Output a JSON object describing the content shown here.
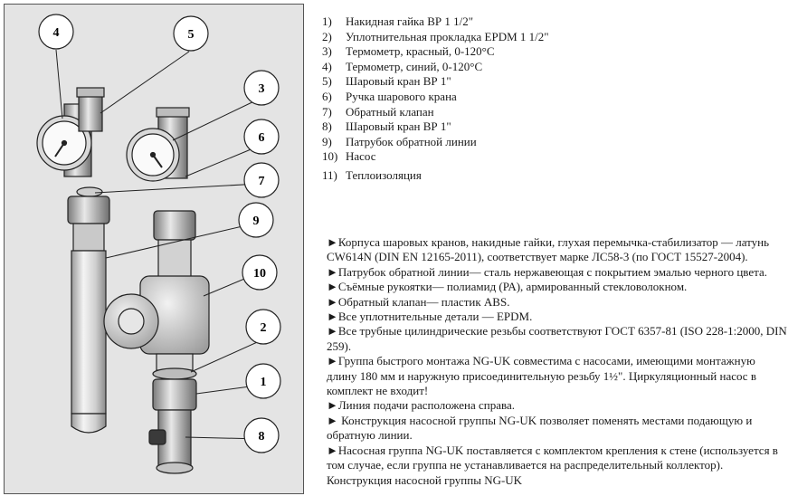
{
  "callouts": [
    {
      "label": "4"
    },
    {
      "label": "5"
    },
    {
      "label": "3"
    },
    {
      "label": "6"
    },
    {
      "label": "7"
    },
    {
      "label": "9"
    },
    {
      "label": "10"
    },
    {
      "label": "2"
    },
    {
      "label": "1"
    },
    {
      "label": "8"
    }
  ],
  "parts": [
    {
      "num": "1)",
      "text": "Накидная гайка ВР 1 1/2\""
    },
    {
      "num": "2)",
      "text": "Уплотнительная прокладка EPDM 1 1/2\""
    },
    {
      "num": "3)",
      "text": "Термометр, красный, 0-120°С"
    },
    {
      "num": "4)",
      "text": "Термометр, синий, 0-120°С"
    },
    {
      "num": "5)",
      "text": "Шаровый кран  ВР 1\""
    },
    {
      "num": "6)",
      "text": "Ручка шарового крана"
    },
    {
      "num": "7)",
      "text": "Обратный клапан"
    },
    {
      "num": "8)",
      "text": "Шаровый кран ВР 1\""
    },
    {
      "num": "9)",
      "text": "Патрубок обратной линии"
    },
    {
      "num": "10)",
      "text": "Насос"
    },
    {
      "num": "11)",
      "text": "Теплоизоляция"
    }
  ],
  "notes": [
    "►Корпуса шаровых кранов, накидные гайки, глухая перемычка-стабилизатор — латунь CW614N (DIN EN 12165-2011), соответствует марке ЛС58-3 (по ГОСТ 15527-2004).",
    "►Патрубок обратной линии— сталь нержавеющая с покрытием эмалью черного цвета.",
    "►Съёмные рукоятки— полиамид (РА), армированный стекловолокном.",
    "►Обратный клапан— пластик ABS.",
    "►Все уплотнительные детали — EPDM.",
    "►Все трубные цилиндрические резьбы соответствуют ГОСТ 6357-81 (ISO 228-1:2000, DIN 259).",
    "►Группа быстрого монтажа NG-UK совместима с насосами, имеющими монтажную длину 180 мм и наружную присоединительную резьбу 1½\".  Циркуляционный насос  в комплект не входит!",
    "►Линия подачи расположена справа.",
    "► Конструкция насосной группы NG-UK позволяет поменять местами подающую и обратную линии.",
    "►Насосная группа NG-UK поставляется с комплектом крепления к стене (используется в том случае, если группа не устанавливается на распределительный коллектор). Конструкция насосной группы NG-UK"
  ]
}
